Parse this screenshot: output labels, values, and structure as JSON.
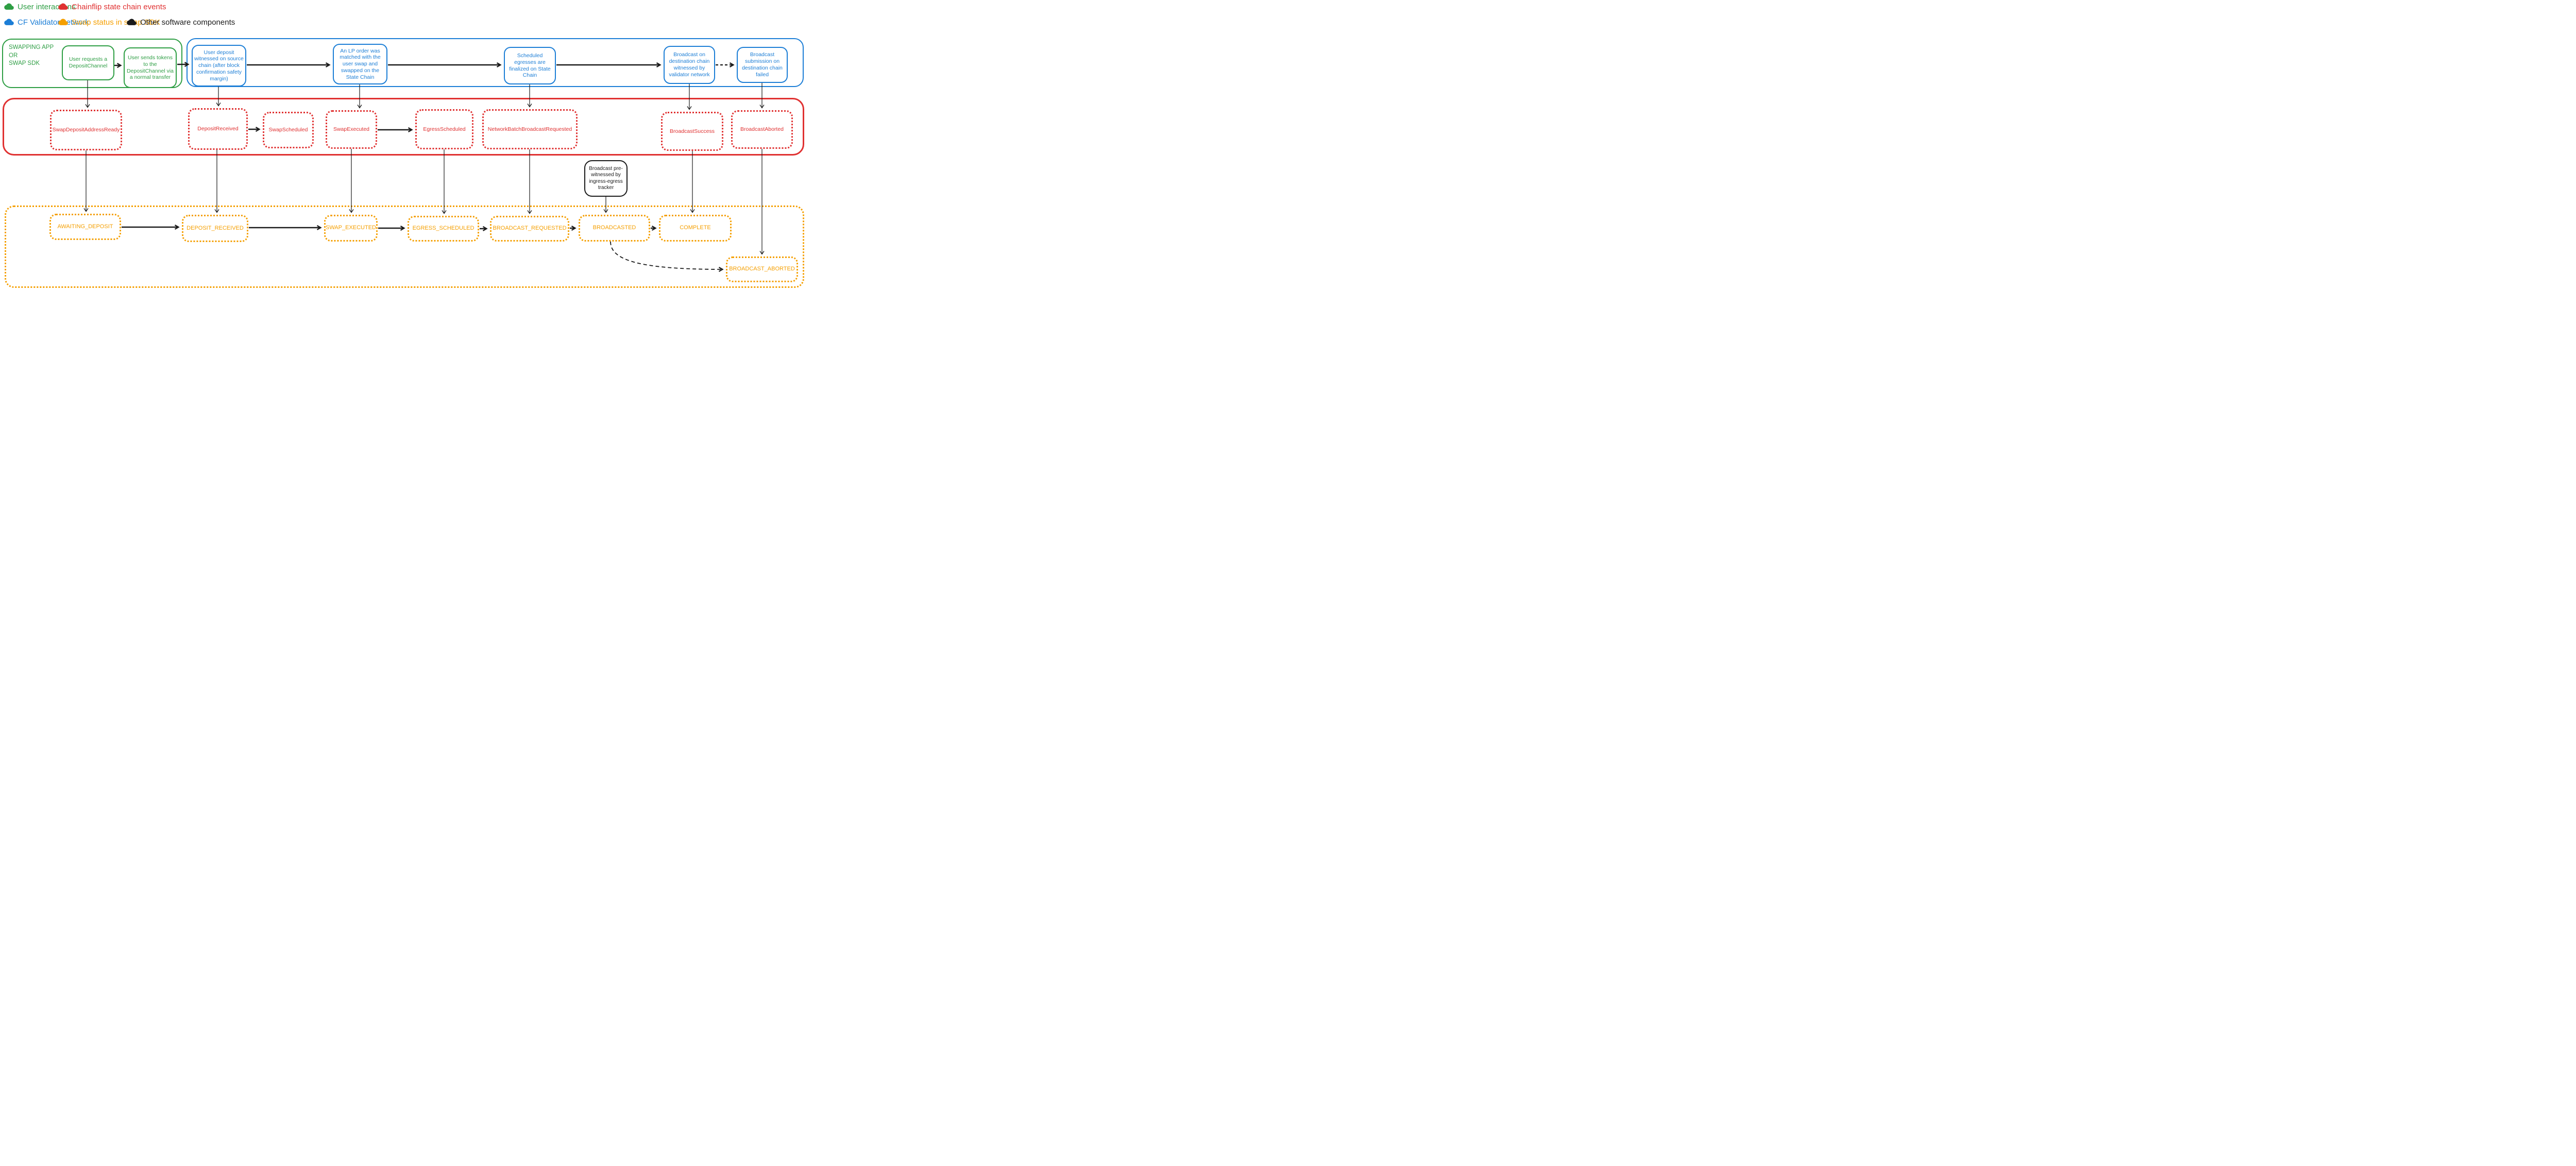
{
  "colors": {
    "green": "#2e9e44",
    "red": "#e03131",
    "blue": "#1c7ed6",
    "orange": "#f59f00",
    "black": "#1a1a1a"
  },
  "legend": {
    "user_interactions": "User interactions",
    "state_chain_events": "Chainflip state chain events",
    "validator_network": "CF Validator network",
    "swap_status": "Swap status in swap SDK",
    "other_components": "Other software components"
  },
  "swapping_app_container": {
    "line1": "SWAPPING APP",
    "line2": "OR",
    "line3": "SWAP SDK"
  },
  "user_interactions": {
    "request_channel": "User requests a DepositChannel",
    "send_tokens": "User sends tokens to the DepositChannel via a normal transfer"
  },
  "validator_network": {
    "deposit_witnessed": "User deposit witnessed on source chain (after block confirmation safety margin)",
    "lp_order_matched": "An LP order was matched with the user swap and swapped on the State Chain",
    "egresses_finalized": "Scheduled egresses are finalized on State Chain",
    "broadcast_witnessed": "Broadcast on destination chain witnessed  by validator network",
    "broadcast_failed": "Broadcast submission on destination chain failed"
  },
  "state_chain_events": {
    "swap_deposit_address_ready": "SwapDepositAddressReady",
    "deposit_received": "DepositReceived",
    "swap_scheduled": "SwapScheduled",
    "swap_executed": "SwapExecuted",
    "egress_scheduled": "EgressScheduled",
    "network_batch_broadcast_requested": "NetworkBatchBroadcastRequested",
    "broadcast_success": "BroadcastSuccess",
    "broadcast_aborted": "BroadcastAborted"
  },
  "other_components": {
    "pre_witnessed": "Broadcast pre-witnessed by ingress-egress tracker"
  },
  "swap_sdk_status": {
    "awaiting_deposit": "AWAITING_DEPOSIT",
    "deposit_received": "DEPOSIT_RECEIVED",
    "swap_executed": "SWAP_EXECUTED",
    "egress_scheduled": "EGRESS_SCHEDULED",
    "broadcast_requested": "BROADCAST_REQUESTED",
    "broadcasted": "BROADCASTED",
    "complete": "COMPLETE",
    "broadcast_aborted": "BROADCAST_ABORTED"
  }
}
